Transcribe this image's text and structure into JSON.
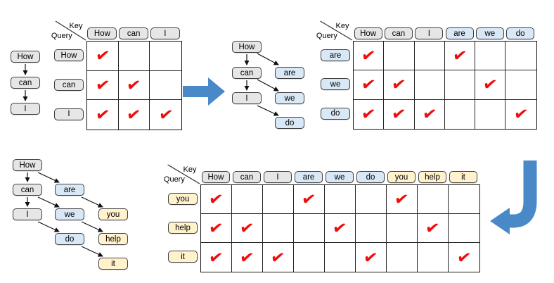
{
  "labels": {
    "key": "Key",
    "query": "Query"
  },
  "check_glyph": "✔",
  "colors": {
    "gray_token_fill": "#e7e6e6",
    "blue_token_fill": "#d9e8f6",
    "yellow_token_fill": "#fff2cc",
    "token_border": "#3f3f3f",
    "check_red": "#ee0d0d",
    "flow_arrow_blue": "#4a89c8",
    "grid_line": "#242424"
  },
  "stage1": {
    "chain": [
      "How",
      "can",
      "I"
    ],
    "matrix": {
      "keys": [
        "How",
        "can",
        "I"
      ],
      "key_types": [
        "gray",
        "gray",
        "gray"
      ],
      "queries": [
        "How",
        "can",
        "I"
      ],
      "query_types": [
        "gray",
        "gray",
        "gray"
      ],
      "mask": [
        [
          1,
          0,
          0
        ],
        [
          1,
          1,
          0
        ],
        [
          1,
          1,
          1
        ]
      ]
    }
  },
  "stage2": {
    "chain": {
      "gray": [
        "How",
        "can",
        "I"
      ],
      "blue": [
        "are",
        "we",
        "do"
      ]
    },
    "matrix": {
      "keys": [
        "How",
        "can",
        "I",
        "are",
        "we",
        "do"
      ],
      "key_types": [
        "gray",
        "gray",
        "gray",
        "blue",
        "blue",
        "blue"
      ],
      "queries": [
        "are",
        "we",
        "do"
      ],
      "query_types": [
        "blue",
        "blue",
        "blue"
      ],
      "mask": [
        [
          1,
          0,
          0,
          1,
          0,
          0
        ],
        [
          1,
          1,
          0,
          0,
          1,
          0
        ],
        [
          1,
          1,
          1,
          0,
          0,
          1
        ]
      ]
    }
  },
  "stage3": {
    "chain": {
      "gray": [
        "How",
        "can",
        "I"
      ],
      "blue": [
        "are",
        "we",
        "do"
      ],
      "yellow": [
        "you",
        "help",
        "it"
      ]
    },
    "matrix": {
      "keys": [
        "How",
        "can",
        "I",
        "are",
        "we",
        "do",
        "you",
        "help",
        "it"
      ],
      "key_types": [
        "gray",
        "gray",
        "gray",
        "blue",
        "blue",
        "blue",
        "yellow",
        "yellow",
        "yellow"
      ],
      "queries": [
        "you",
        "help",
        "it"
      ],
      "query_types": [
        "yellow",
        "yellow",
        "yellow"
      ],
      "mask": [
        [
          1,
          0,
          0,
          1,
          0,
          0,
          1,
          0,
          0
        ],
        [
          1,
          1,
          0,
          0,
          1,
          0,
          0,
          1,
          0
        ],
        [
          1,
          1,
          1,
          0,
          0,
          1,
          0,
          0,
          1
        ]
      ]
    }
  }
}
